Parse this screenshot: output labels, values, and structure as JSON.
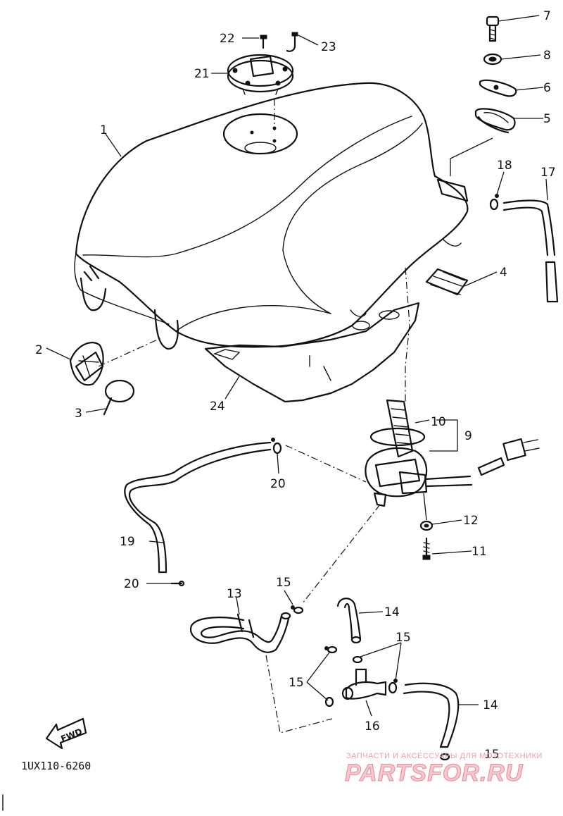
{
  "diagram": {
    "callouts": {
      "c1": "1",
      "c2": "2",
      "c3": "3",
      "c4": "4",
      "c5": "5",
      "c6": "6",
      "c7": "7",
      "c8": "8",
      "c9": "9",
      "c10": "10",
      "c11": "11",
      "c12": "12",
      "c13": "13",
      "c14a": "14",
      "c14b": "14",
      "c15a": "15",
      "c15b": "15",
      "c15c": "15",
      "c15d": "15",
      "c16": "16",
      "c17": "17",
      "c18": "18",
      "c19": "19",
      "c20a": "20",
      "c20b": "20",
      "c21": "21",
      "c22": "22",
      "c23": "23",
      "c24": "24"
    },
    "diagram_code": "1UX110-6260",
    "fwd_label": "FWD"
  },
  "watermark": {
    "tagline": "ЗАПЧАСТИ И АКСЕССУАРЫ ДЛЯ МОТОТЕХНИКИ",
    "logo": "PARTSFOR.RU"
  }
}
